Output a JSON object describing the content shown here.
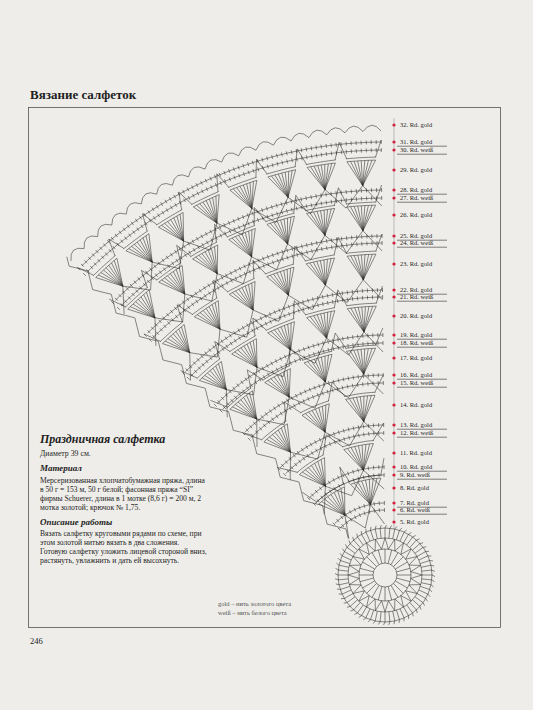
{
  "diagram": {
    "title": "Вязание салфеток",
    "labels": [
      "32. Rd. gold",
      "31. Rd. gold",
      "30. Rd. weiß",
      "29. Rd. gold",
      "28. Rd. gold",
      "27. Rd. weiß",
      "26. Rd. gold",
      "25. Rd. gold",
      "24. Rd. weiß",
      "23. Rd. gold",
      "22. Rd. gold",
      "21. Rd. weiß",
      "20. Rd. gold",
      "19. Rd. gold",
      "18. Rd. weiß",
      "17. Rd. gold",
      "16. Rd. gold",
      "15. Rd. weiß",
      "14. Rd. gold",
      "13. Rd. gold",
      "12. Rd. weiß",
      "11. Rd. gold",
      "10. Rd. gold",
      "9. Rd. weiß",
      "8. Rd. gold",
      "7. Rd. gold",
      "6. Rd. weiß",
      "5. Rd. gold",
      "Праздничная салфетка",
      "Диаметр 39 см.",
      "Материал",
      "Мерсеризованная хлопчатобумажная пряжа, длина в 50 г = 153 м, 50 г белой; фасонная пряжа “SI” фирмы Schuerer, длина в 1 мотке (8,6 г) = 200 м, 2 мотка золотой; крючок № 1,75.",
      "Описание работы",
      "Вязать салфетку круговыми рядами по схеме, при этом золотой нитью вязать в два сложения. Готовую салфетку уложить лицевой стороной вниз, растянуть, увлажнить и дать ей высохнуть.",
      "gold – нить золотого цвета",
      "weiß – нить белого цвета",
      "246"
    ]
  }
}
